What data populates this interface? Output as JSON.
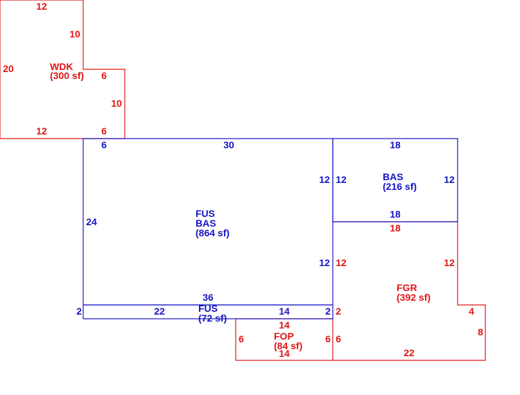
{
  "colors": {
    "main_structure": "#1414c8",
    "addition": "#e01414"
  },
  "wdk": {
    "code": "WDK",
    "area": "(300 sf)",
    "dims": {
      "top": "12",
      "inner_vertical": "10",
      "left": "20",
      "step": "6",
      "right": "10",
      "bottom_left": "12",
      "bottom_right": "6"
    }
  },
  "main": {
    "codes": [
      "FUS",
      "BAS"
    ],
    "area": "(864 sf)",
    "dims": {
      "top_left": "6",
      "top": "30",
      "left": "24",
      "right_upper": "12",
      "right_lower": "12",
      "bottom": "36"
    }
  },
  "bas_small": {
    "code": "BAS",
    "area": "(216 sf)",
    "dims": {
      "top": "18",
      "left": "12",
      "right": "12",
      "bottom": "18"
    }
  },
  "fus_strip": {
    "code": "FUS",
    "area": "(72 sf)",
    "dims": {
      "left": "2",
      "bottom_left": "22",
      "bottom_right": "14",
      "right": "2"
    }
  },
  "fgr": {
    "code": "FGR",
    "area": "(392 sf)",
    "dims": {
      "top": "18",
      "left": "12",
      "right": "12",
      "step": "4",
      "left_lower": "2",
      "right_lower": "8",
      "bottom": "22"
    }
  },
  "fop": {
    "code": "FOP",
    "area": "(84 sf)",
    "dims": {
      "top": "14",
      "left": "6",
      "right": "6",
      "bottom": "14",
      "right_outer": "6"
    }
  }
}
